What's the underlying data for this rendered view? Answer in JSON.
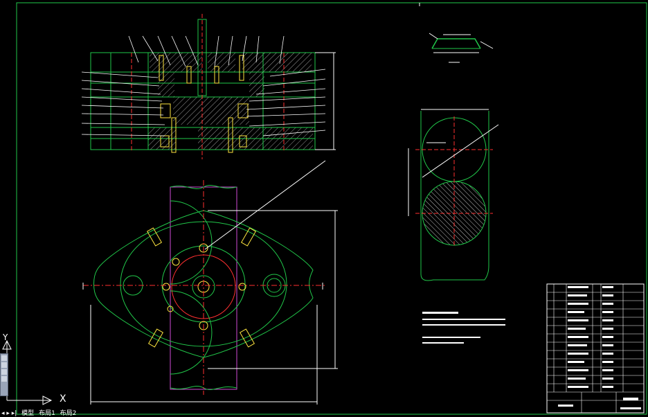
{
  "app": {
    "layout_tabs": [
      "模型",
      "布局1",
      "布局2"
    ],
    "ucs": {
      "x_label": "X",
      "y_label": "Y"
    }
  },
  "colors": {
    "background": "#000000",
    "outline_green": "#21c84a",
    "white": "#ffffff",
    "red_center": "#ff3030",
    "yellow": "#ffe640",
    "magenta": "#d24bd8",
    "hatch": "#bfbfbf"
  },
  "icons": [
    "ucs-icon",
    "tool-palette-icon"
  ]
}
